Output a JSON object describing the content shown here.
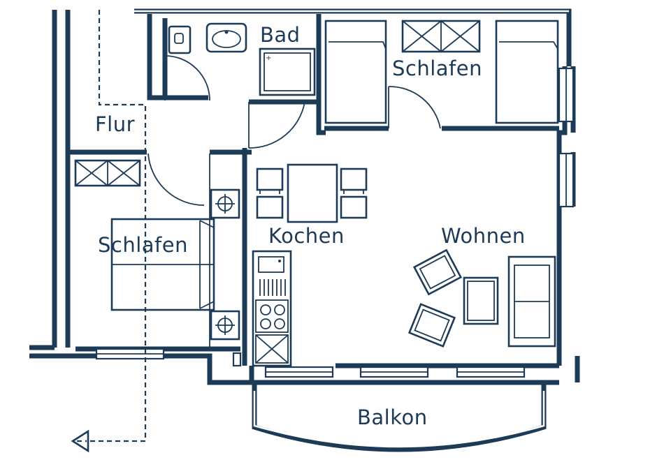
{
  "rooms": {
    "bad": "Bad",
    "schlafen_top": "Schlafen",
    "flur": "Flur",
    "schlafen_left": "Schlafen",
    "kochen": "Kochen",
    "wohnen": "Wohnen",
    "balkon": "Balkon"
  },
  "colors": {
    "line": "#1d3a56",
    "background": "#ffffff"
  }
}
